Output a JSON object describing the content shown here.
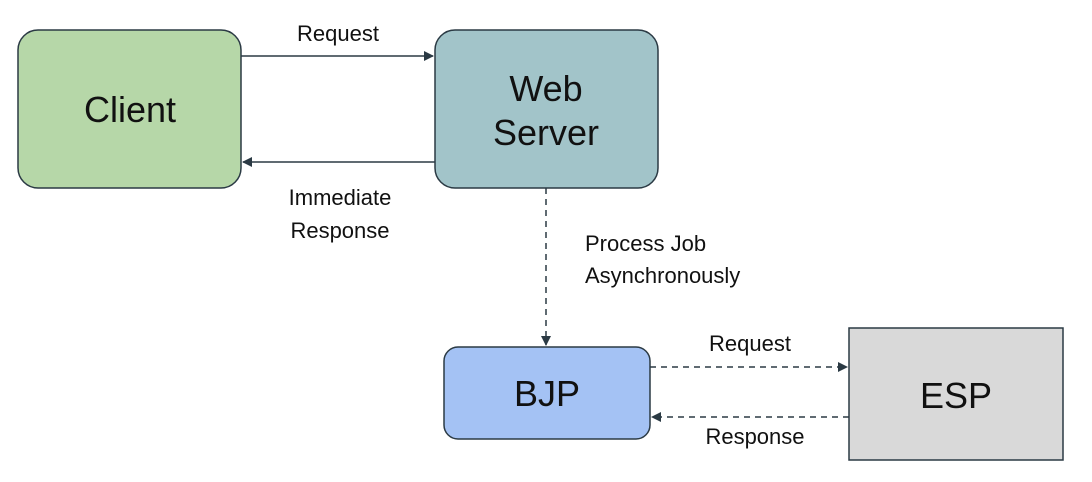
{
  "nodes": {
    "client": {
      "label": "Client",
      "fill": "#b6d7a8"
    },
    "web_server": {
      "label_line1": "Web",
      "label_line2": "Server",
      "fill": "#a2c4c9"
    },
    "bjp": {
      "label": "BJP",
      "fill": "#a4c2f4"
    },
    "esp": {
      "label": "ESP",
      "fill": "#d9d9d9"
    }
  },
  "edges": {
    "client_to_server": {
      "label": "Request"
    },
    "server_to_client": {
      "label_line1": "Immediate",
      "label_line2": "Response"
    },
    "server_to_bjp": {
      "label_line1": "Process Job",
      "label_line2": "Asynchronously"
    },
    "bjp_to_esp": {
      "label": "Request"
    },
    "esp_to_bjp": {
      "label": "Response"
    }
  },
  "colors": {
    "stroke": "#2b3a44",
    "arrow": "#2b3a44"
  }
}
